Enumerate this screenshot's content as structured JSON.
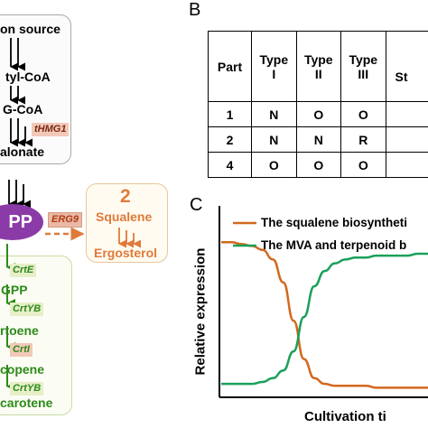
{
  "panels": {
    "a": "",
    "b": "B",
    "c": "C"
  },
  "pathway": {
    "top_nodes": [
      "on source",
      "tyl-CoA",
      "G-CoA",
      "alonate"
    ],
    "gene_thmg1": "tHMG1",
    "center_node": "PP",
    "gene_erg9": "ERG9",
    "branch_number": "2",
    "branch_nodes": [
      "Squalene",
      "Ergosterol"
    ],
    "green_nodes": [
      "GPP",
      "rtoene",
      "copene",
      "carotene"
    ],
    "green_genes": [
      "CrtE",
      "CrtYB",
      "CrtI",
      "CrtYB"
    ]
  },
  "table": {
    "headers": [
      {
        "line1": "Part",
        "line2": ""
      },
      {
        "line1": "Type",
        "line2": "I"
      },
      {
        "line1": "Type",
        "line2": "II"
      },
      {
        "line1": "Type",
        "line2": "III"
      },
      {
        "line1": "",
        "line2": "St"
      }
    ],
    "rows": [
      {
        "part": "1",
        "cells": [
          "N",
          "O",
          "O",
          ""
        ]
      },
      {
        "part": "2",
        "cells": [
          "N",
          "N",
          "R",
          ""
        ]
      },
      {
        "part": "4",
        "cells": [
          "O",
          "O",
          "O",
          ""
        ]
      }
    ]
  },
  "chart_data": {
    "type": "line",
    "title": "",
    "xlabel": "Cultivation ti",
    "ylabel": "Relative expression",
    "series": [
      {
        "name": "The squalene biosyntheti",
        "color": "#d2691e",
        "x": [
          0.0,
          0.05,
          0.1,
          0.15,
          0.2,
          0.25,
          0.3,
          0.35,
          0.4,
          0.45,
          0.5,
          0.55,
          0.6,
          0.65,
          0.7,
          0.75,
          0.8,
          0.85,
          0.9,
          0.95,
          1.0
        ],
        "y": [
          0.81,
          0.81,
          0.8,
          0.79,
          0.77,
          0.72,
          0.6,
          0.4,
          0.2,
          0.1,
          0.07,
          0.06,
          0.06,
          0.06,
          0.06,
          0.05,
          0.05,
          0.05,
          0.05,
          0.05,
          0.05
        ]
      },
      {
        "name": "The MVA and terpenoid b",
        "color": "#1aa05a",
        "x": [
          0.0,
          0.05,
          0.1,
          0.15,
          0.2,
          0.25,
          0.3,
          0.35,
          0.4,
          0.45,
          0.5,
          0.55,
          0.6,
          0.65,
          0.7,
          0.75,
          0.8,
          0.85,
          0.9,
          0.95,
          1.0
        ],
        "y": [
          0.07,
          0.07,
          0.07,
          0.07,
          0.08,
          0.1,
          0.14,
          0.24,
          0.42,
          0.58,
          0.66,
          0.7,
          0.72,
          0.73,
          0.73,
          0.74,
          0.74,
          0.74,
          0.74,
          0.75,
          0.75
        ]
      }
    ]
  }
}
